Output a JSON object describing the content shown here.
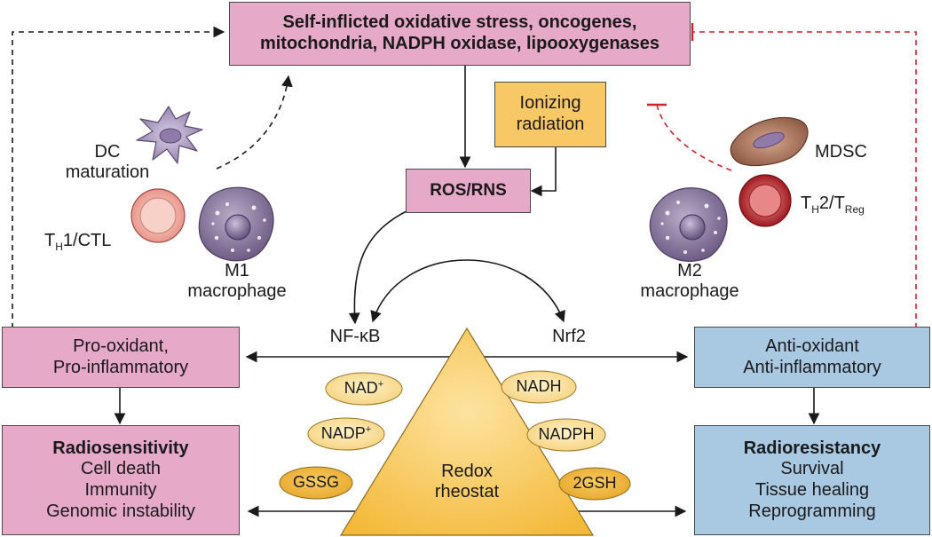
{
  "top_box": {
    "line1": "Self-inflicted oxidative stress, oncogenes,",
    "line2": "mitochondria, NADPH oxidase, lipooxygenases"
  },
  "ionizing": {
    "line1": "Ionizing",
    "line2": "radiation"
  },
  "ros": {
    "label": "ROS/RNS"
  },
  "left_cells": {
    "dc_line1": "DC",
    "dc_line2": "maturation",
    "th1_main": "T",
    "th1_sub": "H",
    "th1_rest": "1/CTL",
    "m1_line1": "M1",
    "m1_line2": "macrophage"
  },
  "right_cells": {
    "mdsc": "MDSC",
    "th2_main": "T",
    "th2_sub": "H",
    "th2_mid": "2/T",
    "th2_sub2": "Reg",
    "m2_line1": "M2",
    "m2_line2": "macrophage"
  },
  "nfkb": "NF-κB",
  "nrf2": "Nrf2",
  "pro_box": {
    "line1": "Pro-oxidant,",
    "line2": "Pro-inflammatory"
  },
  "anti_box": {
    "line1": "Anti-oxidant",
    "line2": "Anti-inflammatory"
  },
  "radiosensitivity": {
    "title": "Radiosensitivity",
    "items": [
      "Cell death",
      "Immunity",
      "Genomic instability"
    ]
  },
  "radioresistancy": {
    "title": "Radioresistancy",
    "items": [
      "Survival",
      "Tissue healing",
      "Reprogramming"
    ]
  },
  "rheostat": {
    "line1": "Redox",
    "line2": "rheostat"
  },
  "ovals_left": {
    "nad": "NAD",
    "nad_sup": "+",
    "nadp": "NADP",
    "nadp_sup": "+",
    "gssg": "GSSG"
  },
  "ovals_right": {
    "nadh": "NADH",
    "nadph": "NADPH",
    "gsh": "2GSH"
  },
  "colors": {
    "pink_box": "#e6a9c8",
    "blue_box": "#a9c9e3",
    "orange": "#f8c766",
    "red_inhibit": "#d6202a"
  }
}
